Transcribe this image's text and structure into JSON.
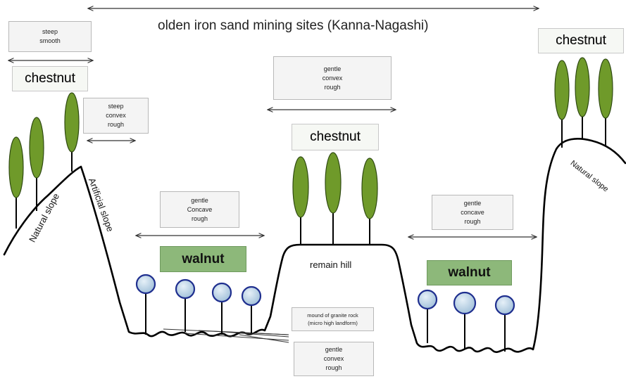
{
  "title": "olden iron sand mining sites (Kanna-Nagashi)",
  "slope_boxes": {
    "steep_smooth": [
      "steep",
      "smooth"
    ],
    "steep_convex_rough": [
      "steep",
      "convex",
      "rough"
    ],
    "gentle_concave_left": [
      "gentle",
      "Concave",
      "rough"
    ],
    "gentle_convex_top": [
      "gentle",
      "convex",
      "rough"
    ],
    "gentle_concave_right": [
      "gentle",
      "concave",
      "rough"
    ],
    "gentle_convex_bottom": [
      "gentle",
      "convex",
      "rough"
    ]
  },
  "labels": {
    "chestnut_left": "chestnut",
    "chestnut_center": "chestnut",
    "chestnut_right": "chestnut",
    "walnut_left": "walnut",
    "walnut_right": "walnut",
    "natural_slope_left": "Natural slope",
    "artificial_slope": "Artificial slope",
    "natural_slope_right": "Natural slope",
    "remain_hill": "remain hill",
    "mound_line1": "mound of granite rock",
    "mound_line2": "(micro high landform)"
  },
  "colors": {
    "chestnut_tree": "#6f9a2a",
    "walnut_tree": "#b9d3e6",
    "walnut_border": "#1f2f8f",
    "walnut_label_bg": "#8db87a",
    "outline": "#000000"
  }
}
